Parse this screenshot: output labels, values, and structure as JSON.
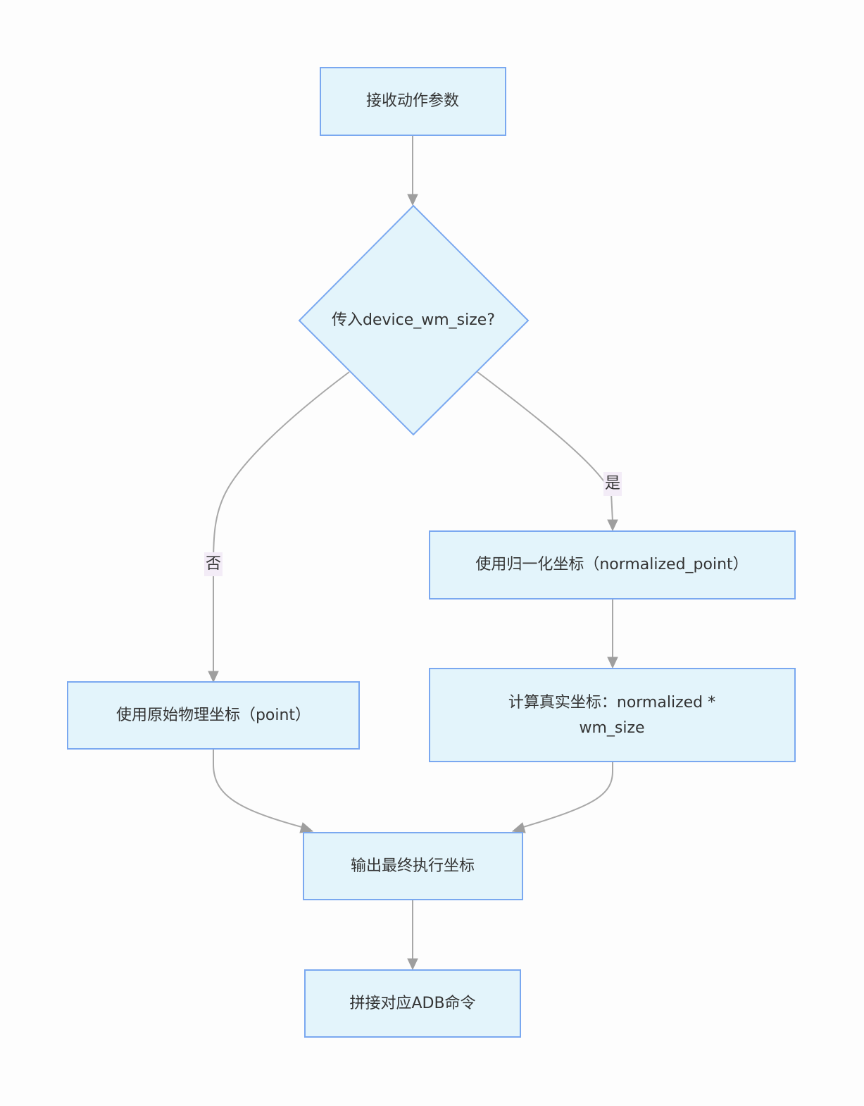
{
  "nodes": {
    "start": "接收动作参数",
    "decision": "传入device_wm_size?",
    "normalized": "使用归一化坐标（normalized_point）",
    "compute_line1": "计算真实坐标：normalized *",
    "compute_line2": "wm_size",
    "physical": "使用原始物理坐标（point）",
    "output": "输出最终执行坐标",
    "adb": "拼接对应ADB命令"
  },
  "edge_labels": {
    "yes": "是",
    "no": "否"
  },
  "colors": {
    "node_fill": "#e3f4fb",
    "node_stroke": "#7aa8f0",
    "edge": "#a8a8a8",
    "label_bg": "#f3ecf7",
    "text": "#333333"
  }
}
